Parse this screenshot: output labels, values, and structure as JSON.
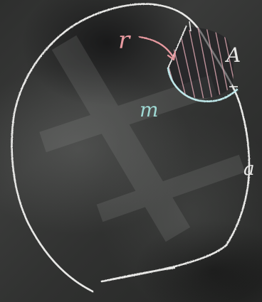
{
  "labels": {
    "radius_label": "r",
    "region_label": "A",
    "mass_label": "m",
    "side_label": "a"
  },
  "colors": {
    "board": "#2e2f2e",
    "chalk_white": "#e8e8e6",
    "chalk_pink": "#e89aa0",
    "chalk_cyan": "#bfe8ea",
    "chalk_teal": "#9fd9d4"
  }
}
